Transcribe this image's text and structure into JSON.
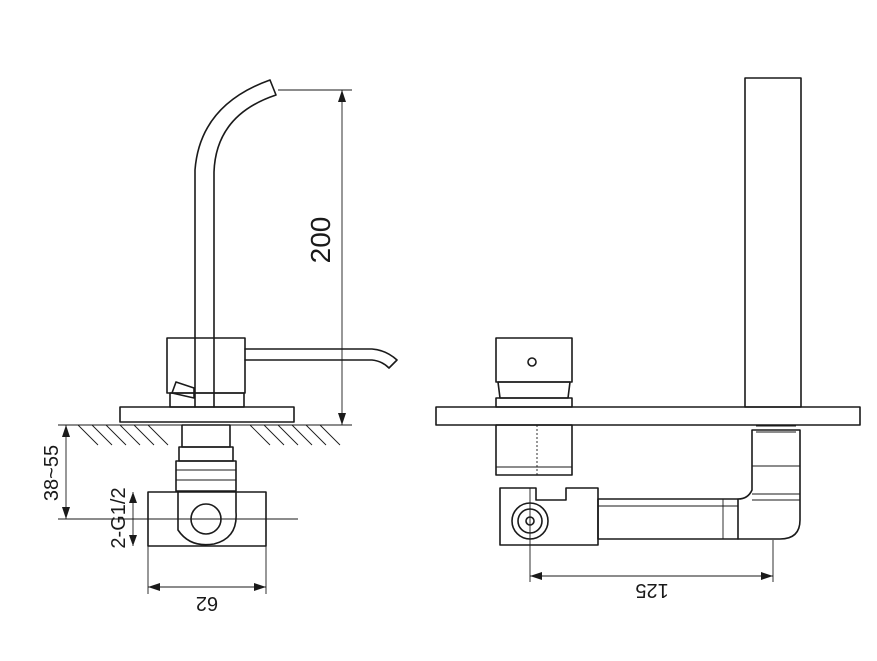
{
  "dimensions": {
    "height": "200",
    "wall_depth": "38~55",
    "connection": "2-G1/2",
    "width_left": "62",
    "width_right": "125"
  },
  "colors": {
    "line": "#1a1a1a",
    "background": "#ffffff"
  }
}
